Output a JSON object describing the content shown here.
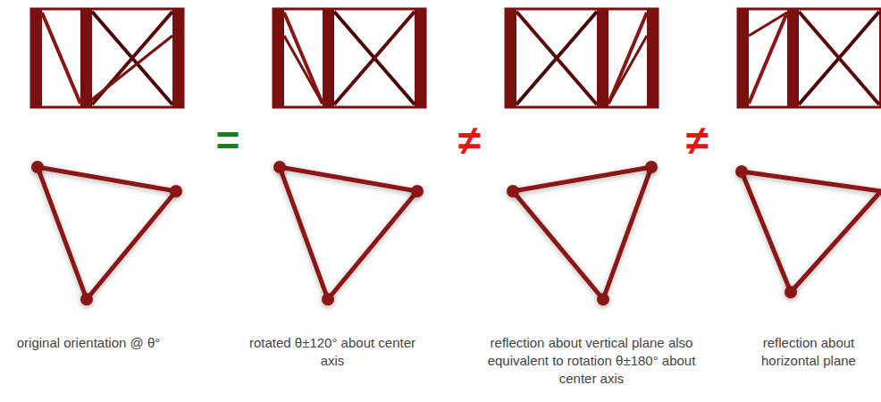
{
  "diagram": {
    "labels": [
      "=",
      "≠",
      "≠",
      "original orientation @ θ°",
      "rotated θ±120° about center axis",
      "reflection about vertical plane also equivalent to rotation θ±180° about center axis",
      "reflection about horizontal plane"
    ]
  }
}
